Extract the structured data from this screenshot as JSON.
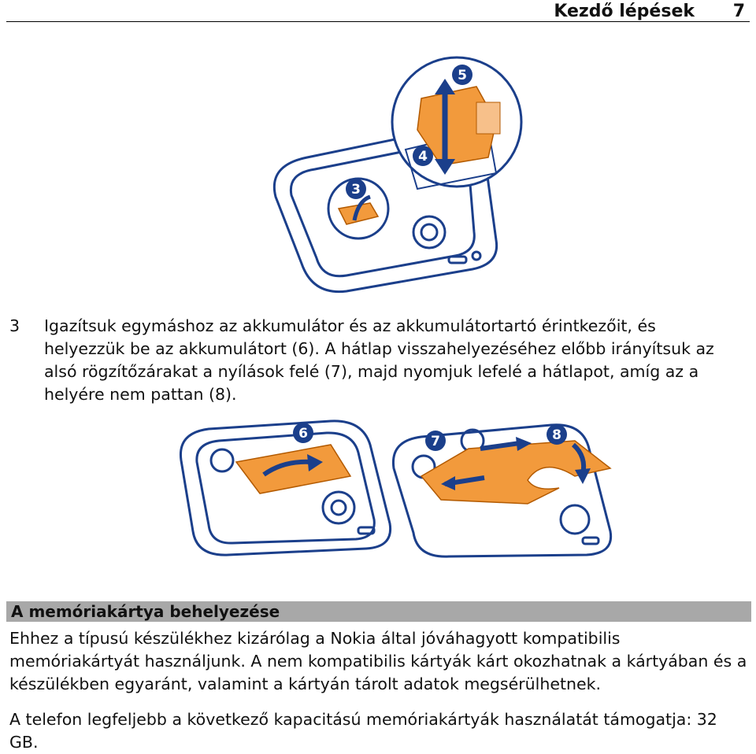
{
  "header": {
    "section_title": "Kezdő lépések",
    "page_number": "7"
  },
  "figures": {
    "top": {
      "callouts": [
        "5",
        "4",
        "3"
      ]
    },
    "bottom_left": {
      "callouts": [
        "6"
      ]
    },
    "bottom_right": {
      "callouts": [
        "7",
        "8"
      ]
    }
  },
  "step": {
    "number": "3",
    "text": "Igazítsuk egymáshoz az akkumulátor és az akkumulátortartó érintkezőit, és helyezzük be az akkumulátort (6). A hátlap visszahelyezéséhez előbb irányítsuk az alsó rögzítőzárakat a nyílások felé (7), majd nyomjuk lefelé a hátlapot, amíg az a helyére nem pattan (8)."
  },
  "section": {
    "title": "A memóriakártya behelyezése",
    "paragraph1": "Ehhez a típusú készülékhez kizárólag a Nokia által jóváhagyott kompatibilis memóriakártyát használjunk. A nem kompatibilis kártyák kárt okozhatnak a kártyában és a készülékben egyaránt, valamint a kártyán tárolt adatok megsérülhetnek.",
    "paragraph2": "A telefon legfeljebb a következő kapacitású memóriakártyák használatát támogatja: 32 GB."
  },
  "colors": {
    "outline": "#1b3f8b",
    "part": "#f29a3c",
    "arrow": "#1b3f8b",
    "bar": "#a8a8a8"
  }
}
